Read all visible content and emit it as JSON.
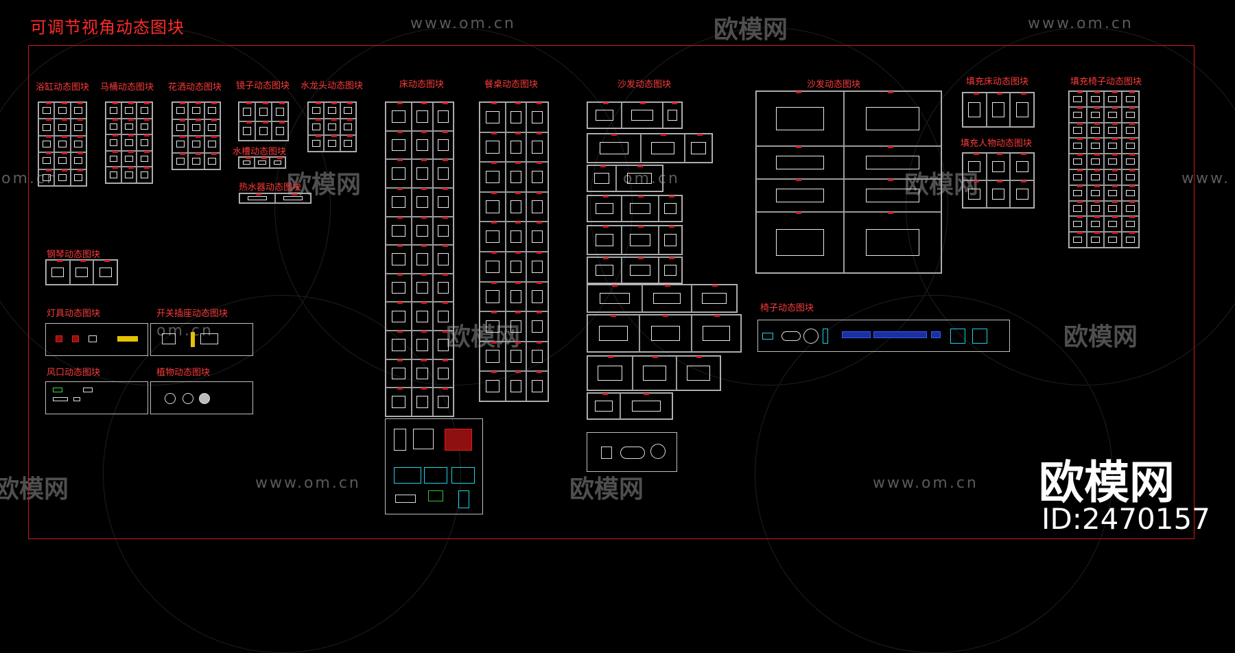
{
  "title": "可调节视角动态图块",
  "watermarks": {
    "url": "www.om.cn",
    "brand": "欧模网",
    "url_partial": "om.cn",
    "brand_partial": "欧模网",
    "url_edge": "www."
  },
  "brand": {
    "logo": "欧模网",
    "id": "ID:2470157"
  },
  "blocks": {
    "bathtub": "浴缸动态图块",
    "toilet": "马桶动态图块",
    "shower": "花洒动态图块",
    "mirror": "镜子动态图块",
    "faucet": "水龙头动态图块",
    "sink": "水槽动态图块",
    "heater": "热水器动态图块",
    "piano": "钢琴动态图块",
    "lamp": "灯具动态图块",
    "switch": "开关插座动态图块",
    "vent": "风口动态图块",
    "plant": "植物动态图块",
    "bed": "床动态图块",
    "dining": "餐桌动态图块",
    "sofa1": "沙发动态图块",
    "sofa2": "沙发动态图块",
    "chair": "椅子动态图块",
    "fill_bed": "填充床动态图块",
    "fill_person": "填充人物动态图块",
    "fill_chair": "填充椅子动态图块"
  },
  "colors": {
    "background": "#000000",
    "frame": "#d0191e",
    "label": "#ff3b3b",
    "line": "#bfbfbf"
  }
}
